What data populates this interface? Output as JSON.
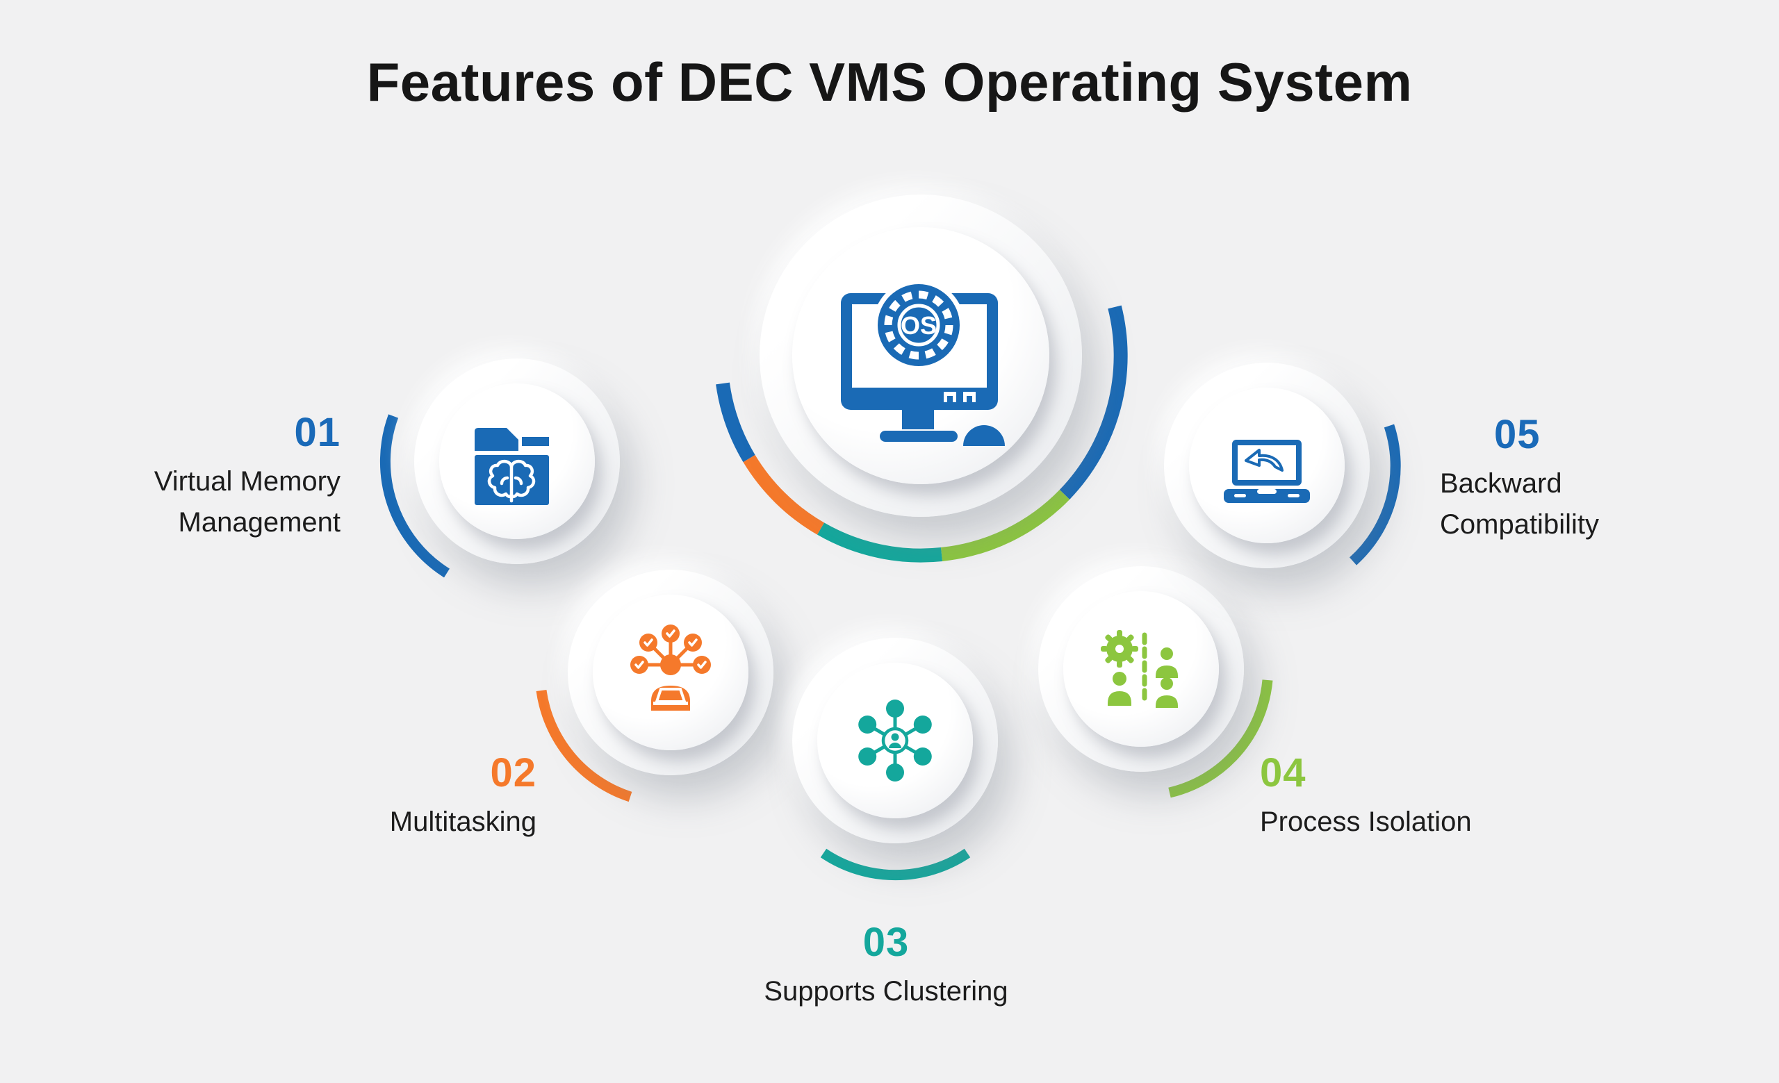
{
  "title": "Features of DEC VMS Operating System",
  "center": {
    "icon": "os-monitor",
    "os_label": "OS"
  },
  "items": [
    {
      "number": "01",
      "label": "Virtual Memory\nManagement",
      "color": "#1a6ab5",
      "icon": "folder-brain"
    },
    {
      "number": "02",
      "label": "Multitasking",
      "color": "#f5792b",
      "icon": "person-checkmarks"
    },
    {
      "number": "03",
      "label": "Supports Clustering",
      "color": "#14a79c",
      "icon": "network-hub"
    },
    {
      "number": "04",
      "label": "Process Isolation",
      "color": "#8cc63f",
      "icon": "gear-people-divider"
    },
    {
      "number": "05",
      "label": "Backward\nCompatibility",
      "color": "#1a6ab5",
      "icon": "laptop-back-arrow"
    }
  ],
  "colors": {
    "blue": "#1a6ab5",
    "orange": "#f5792b",
    "teal": "#14a79c",
    "green": "#8cc63f",
    "background": "#f1f1f2",
    "text": "#1c1c1c"
  }
}
